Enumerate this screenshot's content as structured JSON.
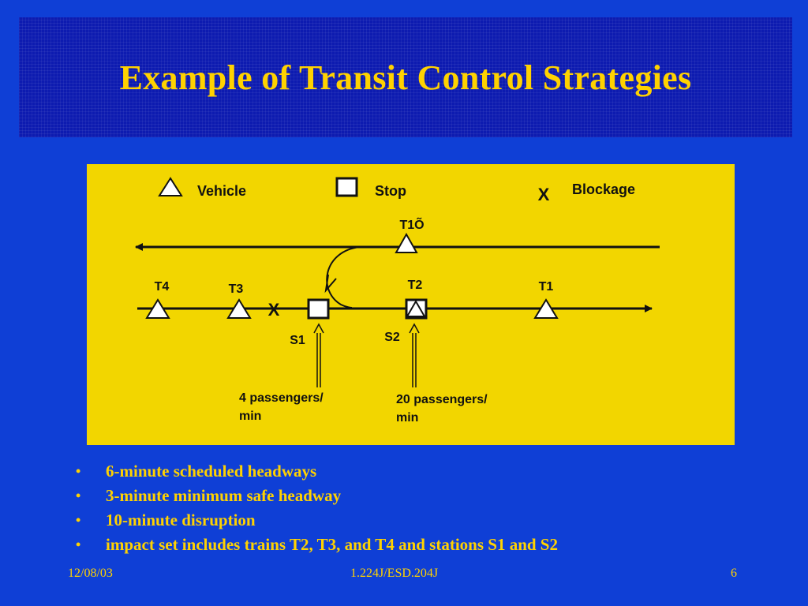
{
  "slide": {
    "title": "Example of Transit Control Strategies",
    "bullets": [
      "6-minute scheduled headways",
      "3-minute minimum safe headway",
      "10-minute disruption",
      "impact set includes trains T2, T3, and T4 and stations S1 and S2"
    ],
    "footer": {
      "date": "12/08/03",
      "course": "1.224J/ESD.204J",
      "page": "6"
    }
  },
  "diagram": {
    "legend": {
      "vehicle": "Vehicle",
      "stop": "Stop",
      "blockage_symbol": "X",
      "blockage": "Blockage"
    },
    "vehicles": {
      "t1_prime": "T1Õ",
      "t1": "T1",
      "t2": "T2",
      "t3": "T3",
      "t4": "T4"
    },
    "blockage_symbol": "X",
    "stops": {
      "s1": "S1",
      "s2": "S2"
    },
    "demand": {
      "s1_line1": "4 passengers/",
      "s1_line2": "min",
      "s2_line1": "20 passengers/",
      "s2_line2": "min"
    },
    "colors": {
      "background": "#f2d600",
      "ink": "#111111",
      "slide_bg": "#0f3fd6",
      "accent_text": "#ffd200"
    }
  }
}
